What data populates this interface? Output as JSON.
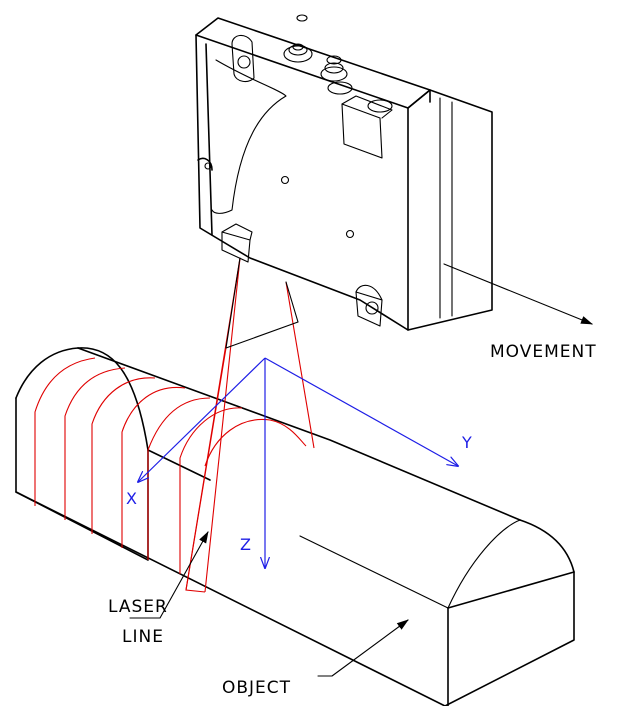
{
  "labels": {
    "movement": "MOVEMENT",
    "laser_line_1": "LASER",
    "laser_line_2": "LINE",
    "object": "OBJECT"
  },
  "axes": {
    "x": "X",
    "y": "Y",
    "z": "Z"
  },
  "colors": {
    "axes": "#1e1ee6",
    "laser": "#e00000",
    "outline": "#000000"
  }
}
